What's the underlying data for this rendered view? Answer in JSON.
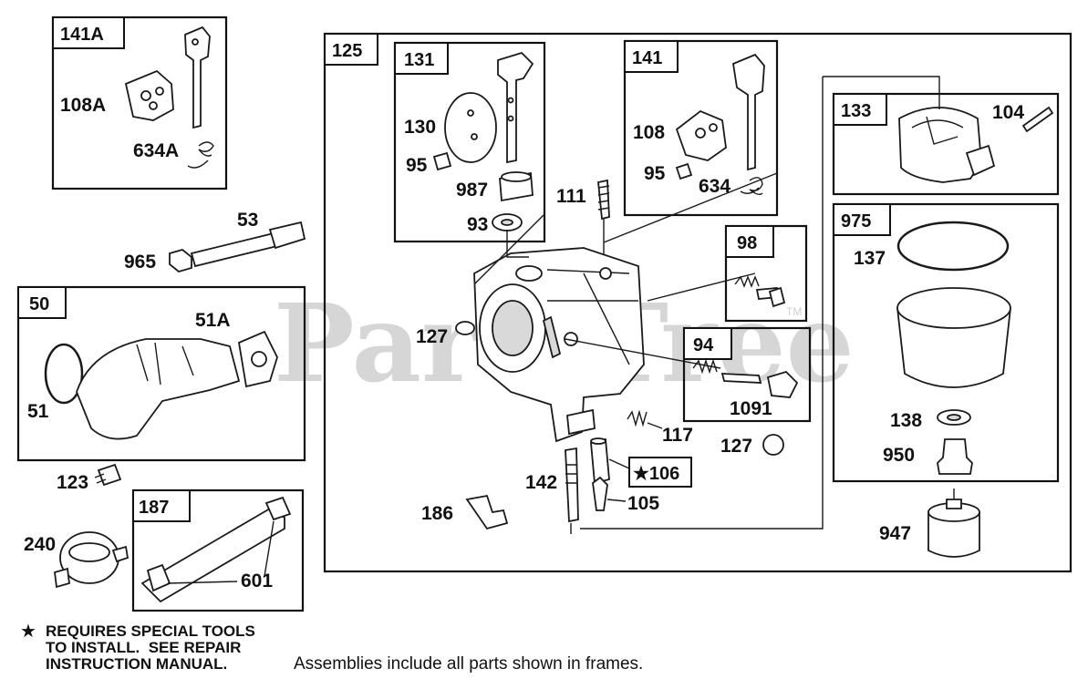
{
  "watermark": {
    "text": "PartsTree",
    "trademark": "TM"
  },
  "frames": {
    "f125": "125",
    "f141A": "141A",
    "f131": "131",
    "f141": "141",
    "f133": "133",
    "f975": "975",
    "f98": "98",
    "f94": "94",
    "f50": "50",
    "f187": "187",
    "f106": "★106"
  },
  "labels": {
    "p108A": "108A",
    "p634A": "634A",
    "p53": "53",
    "p965": "965",
    "p51A": "51A",
    "p51": "51",
    "p123": "123",
    "p240": "240",
    "p601": "601",
    "p130": "130",
    "p95a": "95",
    "p987": "987",
    "p93": "93",
    "p111": "111",
    "p108": "108",
    "p95b": "95",
    "p634": "634",
    "p104": "104",
    "p137": "137",
    "p138": "138",
    "p950": "950",
    "p947": "947",
    "p127a": "127",
    "p1091": "1091",
    "p117": "117",
    "p127b": "127",
    "p142": "142",
    "p105": "105",
    "p186": "186"
  },
  "notes": {
    "star": "★",
    "special_tools": "REQUIRES SPECIAL TOOLS\nTO INSTALL.  SEE REPAIR\nINSTRUCTION MANUAL.",
    "assemblies": "Assemblies include all parts shown in frames."
  }
}
